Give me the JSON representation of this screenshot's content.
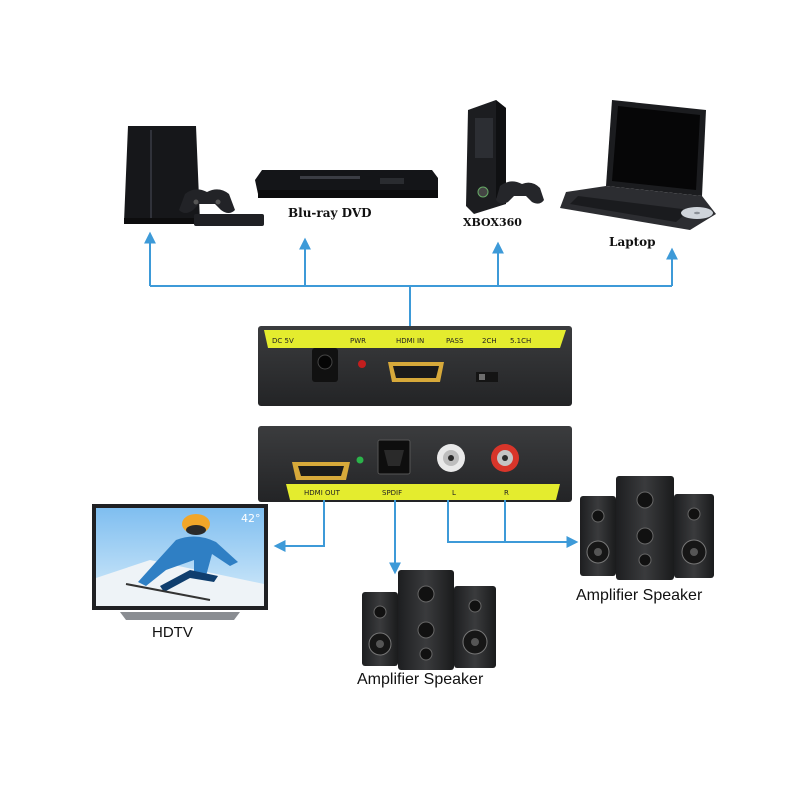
{
  "colors": {
    "connector": "#3d9ad8",
    "box_body": "#2e2f31",
    "label_strip": "#e4ec2e",
    "hdmi_gold": "#d7a93a",
    "rca_red": "#d8352a",
    "rca_white": "#e9e9e9"
  },
  "sources": {
    "bluray_label": "Blu-ray DVD",
    "xbox_label": "XBOX360",
    "laptop_label": "Laptop"
  },
  "input_panel": {
    "labels": [
      "DC 5V",
      "PWR",
      "HDMI IN",
      "PASS",
      "2CH",
      "5.1CH"
    ]
  },
  "output_panel": {
    "labels": [
      "HDMI OUT",
      "SPDIF",
      "L",
      "R"
    ]
  },
  "outputs": {
    "tv_channel": "42°",
    "hdtv_label": "HDTV",
    "speaker_center_label": "Amplifier Speaker",
    "speaker_right_label": "Amplifier Speaker"
  },
  "icons": [
    "ps4-console-icon",
    "bluray-player-icon",
    "xbox360-icon",
    "laptop-icon",
    "hdmi-port-icon",
    "toslink-port-icon",
    "rca-port-icon",
    "hdtv-icon",
    "speaker-icon"
  ]
}
